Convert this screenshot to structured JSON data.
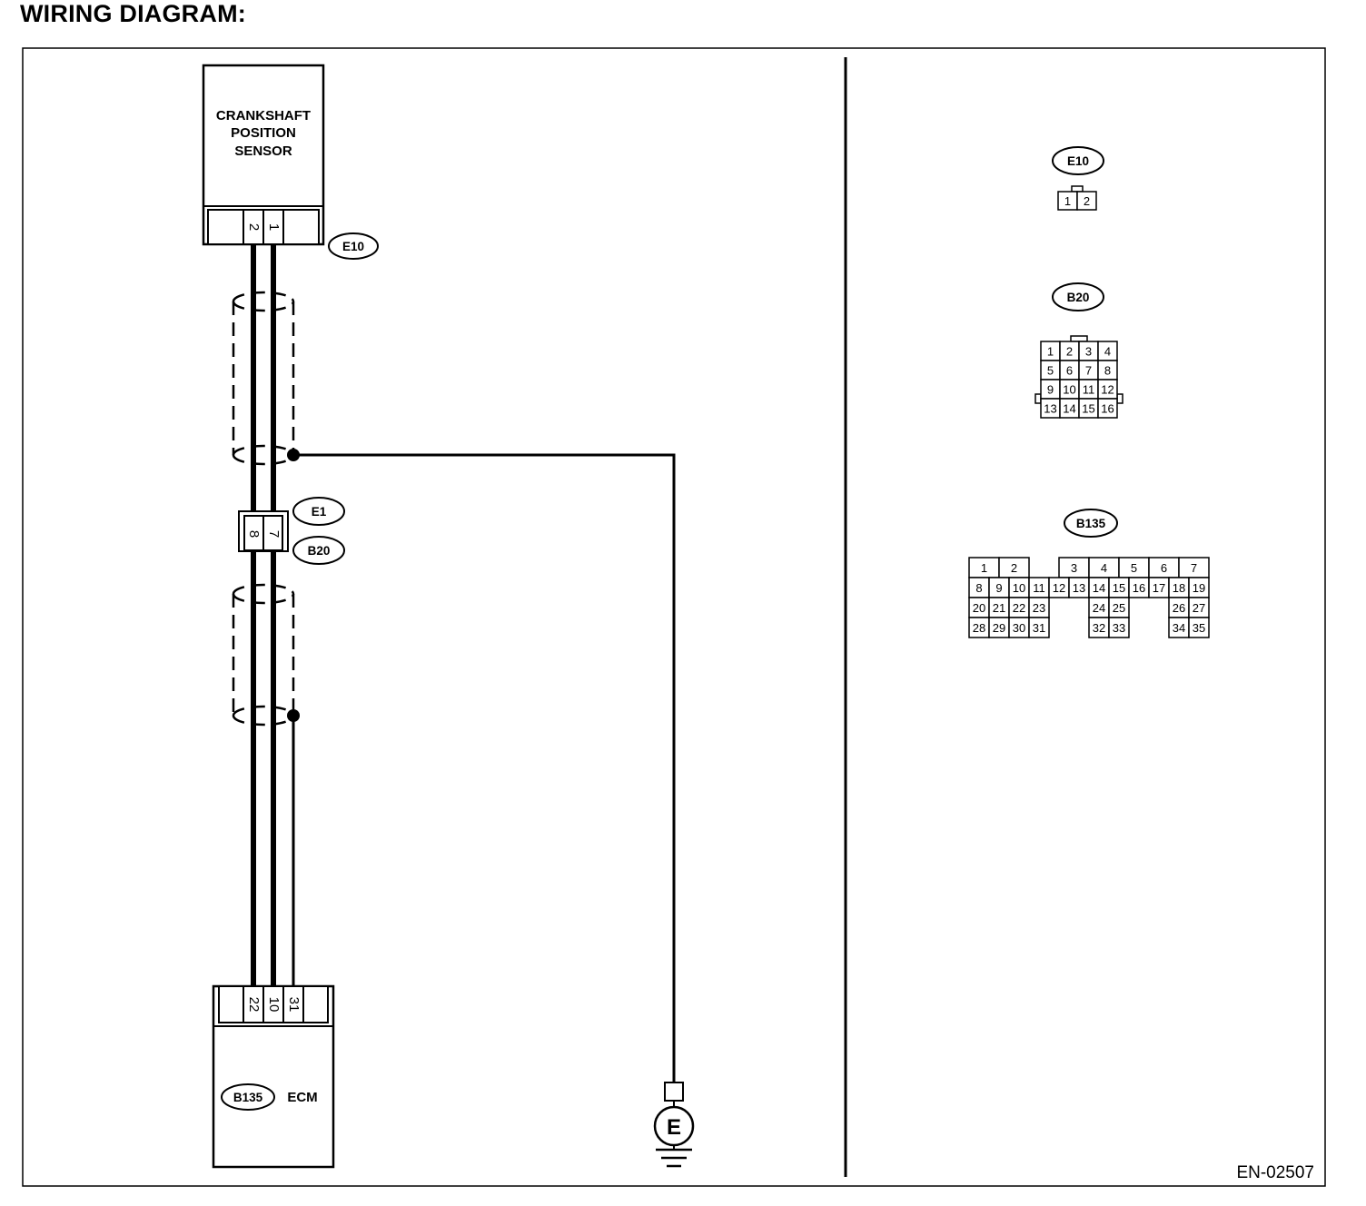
{
  "title": "WIRING DIAGRAM:",
  "sensor": {
    "label_lines": [
      "CRANKSHAFT",
      "POSITION",
      "SENSOR"
    ],
    "connector": "E10",
    "pins": [
      "2",
      "1"
    ]
  },
  "joint_connector": {
    "upper_code": "E1",
    "lower_code": "B20",
    "pins": [
      "8",
      "7"
    ]
  },
  "ecm": {
    "connector": "B135",
    "label": "ECM",
    "pins": [
      "22",
      "10",
      "31"
    ]
  },
  "ground": {
    "symbol": "E"
  },
  "connector_views": {
    "e10": {
      "code": "E10",
      "rows": [
        [
          "1",
          "2"
        ]
      ]
    },
    "b20": {
      "code": "B20",
      "rows": [
        [
          "1",
          "2",
          "3",
          "4"
        ],
        [
          "5",
          "6",
          "7",
          "8"
        ],
        [
          "9",
          "10",
          "11",
          "12"
        ],
        [
          "13",
          "14",
          "15",
          "16"
        ]
      ]
    },
    "b135": {
      "code": "B135",
      "rows": [
        [
          "1",
          "2",
          "",
          "3",
          "4",
          "5",
          "6",
          "7"
        ],
        [
          "8",
          "9",
          "10",
          "11",
          "12",
          "13",
          "14",
          "15",
          "16",
          "17",
          "18",
          "19"
        ],
        [
          "20",
          "21",
          "22",
          "23",
          "",
          "",
          "24",
          "25",
          "",
          "",
          "26",
          "27"
        ],
        [
          "28",
          "29",
          "30",
          "31",
          "",
          "",
          "32",
          "33",
          "",
          "",
          "34",
          "35"
        ]
      ]
    }
  },
  "figure_code": "EN-02507"
}
